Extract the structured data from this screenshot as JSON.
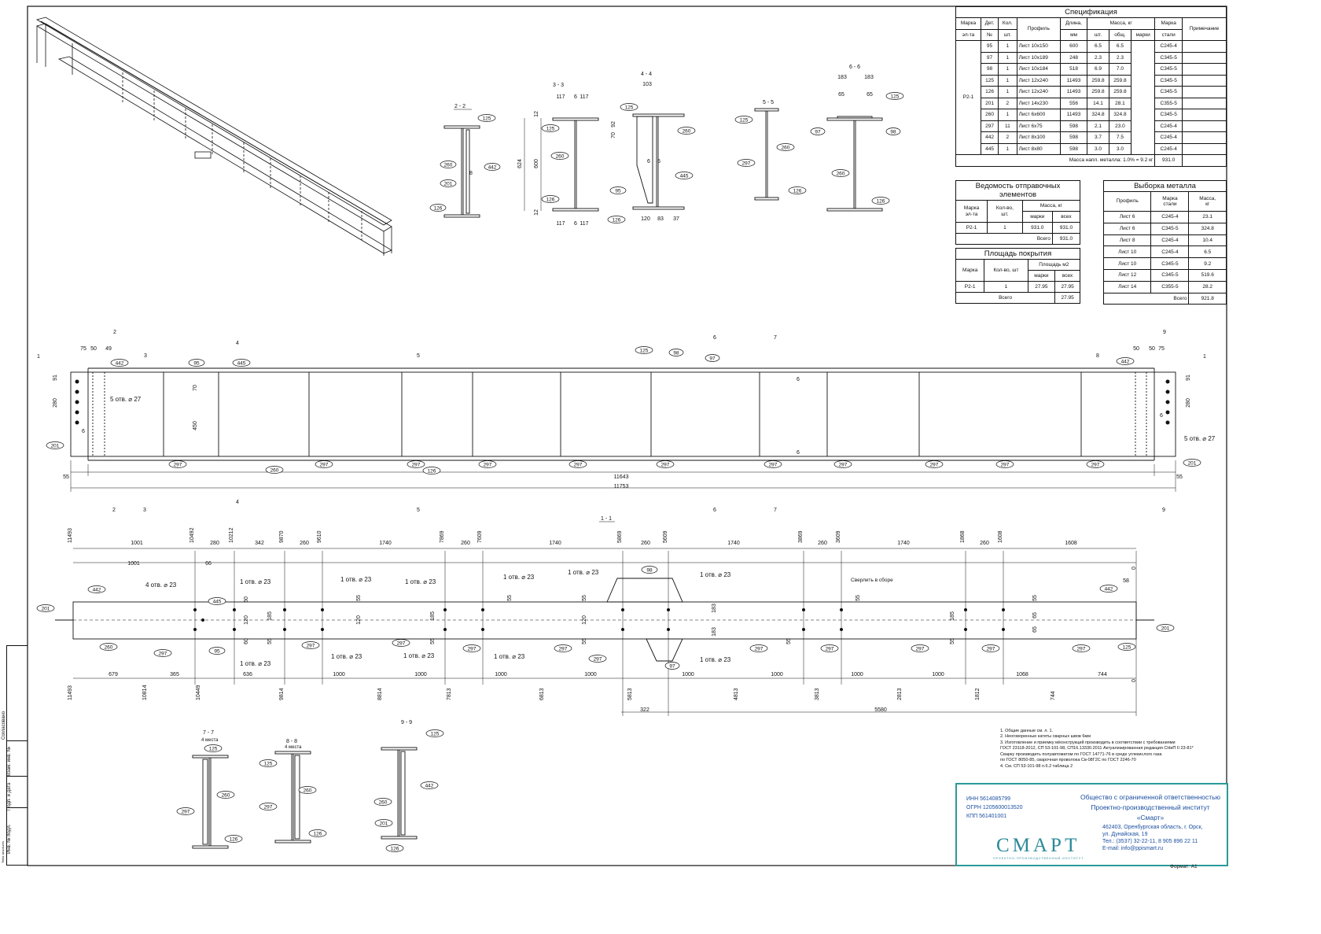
{
  "spec": {
    "title": "Спецификация",
    "headers": {
      "mark_elem": [
        "Марка",
        "эл-та"
      ],
      "det": [
        "Дет.",
        "№"
      ],
      "qty": [
        "Кол.",
        "шт."
      ],
      "profile": "Профиль",
      "length": [
        "Длина,",
        "мм"
      ],
      "mass": "Масса, кг",
      "mass_sub": [
        "шт.",
        "общ.",
        "марки"
      ],
      "steel": [
        "Марка",
        "стали"
      ],
      "note": "Примечание"
    },
    "mark": "Р2-1",
    "rows": [
      {
        "det": "95",
        "qty": "1",
        "profile": "Лист 10х150",
        "len": "600",
        "m1": "6.5",
        "mt": "6.5",
        "steel": "С245-4"
      },
      {
        "det": "97",
        "qty": "1",
        "profile": "Лист 10х189",
        "len": "248",
        "m1": "2.3",
        "mt": "2.3",
        "steel": "С345-5"
      },
      {
        "det": "98",
        "qty": "1",
        "profile": "Лист 10х184",
        "len": "518",
        "m1": "6.9",
        "mt": "7.0",
        "steel": "С345-5"
      },
      {
        "det": "125",
        "qty": "1",
        "profile": "Лист 12х240",
        "len": "11493",
        "m1": "259.8",
        "mt": "259.8",
        "steel": "С345-5"
      },
      {
        "det": "126",
        "qty": "1",
        "profile": "Лист 12х240",
        "len": "11493",
        "m1": "259.8",
        "mt": "259.8",
        "steel": "С345-5"
      },
      {
        "det": "201",
        "qty": "2",
        "profile": "Лист 14х230",
        "len": "556",
        "m1": "14.1",
        "mt": "28.1",
        "steel": "С355-5"
      },
      {
        "det": "260",
        "qty": "1",
        "profile": "Лист 6х600",
        "len": "11493",
        "m1": "324.8",
        "mt": "324.8",
        "steel": "С345-5"
      },
      {
        "det": "297",
        "qty": "11",
        "profile": "Лист 6х75",
        "len": "598",
        "m1": "2.1",
        "mt": "23.0",
        "steel": "С245-4"
      },
      {
        "det": "442",
        "qty": "2",
        "profile": "Лист 8х100",
        "len": "598",
        "m1": "3.7",
        "mt": "7.5",
        "steel": "С245-4"
      },
      {
        "det": "445",
        "qty": "1",
        "profile": "Лист 8х80",
        "len": "598",
        "m1": "3.0",
        "mt": "3.0",
        "steel": "С245-4"
      }
    ],
    "weld_label": "Масса напл. металла: 1.0% = 9.2 кг",
    "total": "931.0"
  },
  "ved": {
    "title": "Ведомость отправочных элементов",
    "h_mark": [
      "Марка",
      "эл-та"
    ],
    "h_qty": [
      "Кол-во,",
      "шт."
    ],
    "h_mass": "Масса, кг",
    "h_sub": [
      "марки",
      "всех"
    ],
    "row": {
      "mark": "Р2-1",
      "qty": "1",
      "m1": "931.0",
      "mt": "931.0"
    },
    "total_label": "Всего",
    "total": "931.0"
  },
  "area": {
    "title": "Площадь покрытия",
    "h_mark": "Марка",
    "h_qty": "Кол-во, шт",
    "h_area": "Площадь м2",
    "h_sub": [
      "марки",
      "всех"
    ],
    "row": {
      "mark": "Р2-1",
      "qty": "1",
      "a1": "27.95",
      "at": "27.95"
    },
    "total_label": "Всего",
    "total": "27.95"
  },
  "vyb": {
    "title": "Выборка металла",
    "h_profile": "Профиль",
    "h_steel": [
      "Марка",
      "стали"
    ],
    "h_mass": [
      "Масса,",
      "кг"
    ],
    "rows": [
      {
        "profile": "Лист 6",
        "steel": "С245-4",
        "mass": "23.1"
      },
      {
        "profile": "Лист 6",
        "steel": "С345-5",
        "mass": "324.8"
      },
      {
        "profile": "Лист 8",
        "steel": "С245-4",
        "mass": "10.4"
      },
      {
        "profile": "Лист 10",
        "steel": "С245-4",
        "mass": "6.5"
      },
      {
        "profile": "Лист 10",
        "steel": "С345-5",
        "mass": "9.2"
      },
      {
        "profile": "Лист 12",
        "steel": "С345-5",
        "mass": "519.6"
      },
      {
        "profile": "Лист 14",
        "steel": "С355-5",
        "mass": "28.2"
      }
    ],
    "total_label": "Всего",
    "total": "921.8"
  },
  "sections": {
    "s22": "2 - 2",
    "s33": "3 - 3",
    "s44": "4 - 4",
    "s55": "5 - 5",
    "s66": "6 - 6",
    "s77": "7 - 7",
    "s88": "8 - 8",
    "s99": "9 - 9",
    "s11": "1 - 1",
    "four_places": "4 места"
  },
  "callouts": {
    "c95": "95",
    "c97": "97",
    "c98": "98",
    "c125": "125",
    "c126": "126",
    "c201": "201",
    "c260": "260",
    "c297": "297",
    "c442": "442",
    "c445": "445"
  },
  "dims": {
    "d6": "6",
    "d8": "8",
    "d12": "12",
    "d37": "37",
    "d49": "49",
    "d50": "50",
    "d55": "55",
    "d58": "58",
    "d60": "60",
    "d65": "65",
    "d66": "66",
    "d70": "70",
    "d75": "75",
    "d83": "83",
    "d91": "91",
    "d92": "92",
    "d103": "103",
    "d117": "117",
    "d120": "120",
    "d183": "183",
    "d185": "185",
    "d260": "260",
    "d280": "280",
    "d322": "322",
    "d342": "342",
    "d365": "365",
    "d450": "450",
    "d600": "600",
    "d624": "624",
    "d636": "636",
    "d679": "679",
    "d744": "744",
    "d1000": "1000",
    "d1001": "1001",
    "d1068": "1068",
    "d1608": "1608",
    "d1740": "1740",
    "d5580": "5580",
    "d11643": "11643",
    "d11753": "11753",
    "d0": "0",
    "top_ord": [
      "11493",
      "10492",
      "10212",
      "9870",
      "9610",
      "7869",
      "7609",
      "5869",
      "5609",
      "3869",
      "3609",
      "1868",
      "1608"
    ],
    "bot_ord": [
      "11493",
      "10814",
      "10449",
      "9814",
      "8814",
      "7813",
      "6813",
      "5813",
      "4813",
      "3813",
      "2813",
      "1812",
      "744"
    ]
  },
  "holes": {
    "h27": "5 отв. ⌀ 27",
    "h23x4": "4 отв. ⌀ 23",
    "h23": "1 отв. ⌀ 23",
    "drill": "Сверлить в сборе"
  },
  "section_marks": [
    "1",
    "2",
    "3",
    "4",
    "5",
    "6",
    "7",
    "8",
    "9"
  ],
  "notes": [
    "1.  Общие данные см. л. 1.",
    "2.  Неоговоренные катеты сварных швов     6мм",
    "3.  Изготовление и приемку м/конструкций производить в соответствии с требованиями",
    "     ГОСТ 23118-2012, СП 53-101-98, СП16.13330.2011 Актуализированная редакция СНиП II 23-81*",
    "     Сварку производить полуавтоматом по ГОСТ 14771-76 в среде углекислого газа",
    "     по ГОСТ 8050-85, сварочная проволока Св-08Г2С по ГОСТ 2246-70",
    "4.  См. СП 53-101-98 п.6.2 таблица 2"
  ],
  "stamp": {
    "inn": "ИНН 5614085799",
    "ogrn": "ОГРН 1205600013520",
    "kpp": "КПП 561401001",
    "org1": "Общество с ограниченной ответственностью",
    "org2": "Проектно-производственный институт «Смарт»",
    "addr1": "462403, Оренбургская область, г. Орск,",
    "addr2": "ул. Дунайская, 19",
    "tel": "Тел.:   (3537) 32-22-11,  8 905 896 22 11",
    "email": "E-mail:    info@ppismart.ru",
    "logo": "СМАРТ",
    "logo_sub": "ПРОЕКТНО-ПРОИЗВОДСТВЕННЫЙ ИНСТИТУТ"
  },
  "format": "Формат: А1",
  "side": {
    "agreed": "Согласовано",
    "replace": "Взам. инв. №",
    "sign": "Подп. и дата",
    "inv": "Инв. № подл.",
    "tekla": "Tekla structures"
  },
  "colors": {
    "line": "#111111",
    "stamp": "#2a9a98",
    "stamp_text": "#1b4fa0"
  }
}
